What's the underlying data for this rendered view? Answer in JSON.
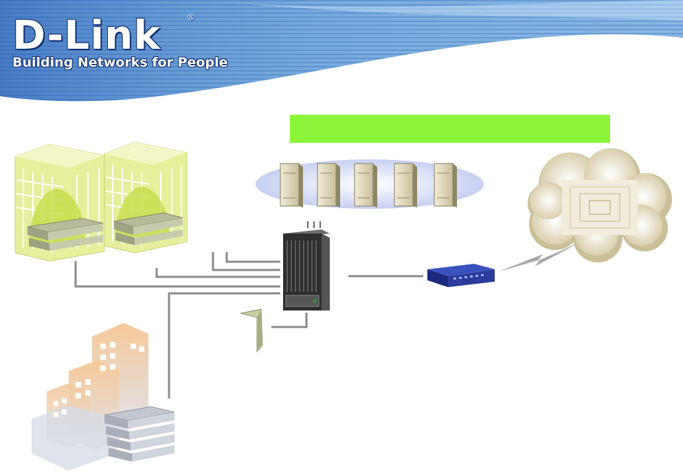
{
  "brand": {
    "logo_text": "D-Link",
    "registered_mark": "®",
    "tagline": "Building Networks for People"
  },
  "colors": {
    "header_blue": "#6aa0d8",
    "title_bar_green": "#8cf53a",
    "building_yellow": "#e6ef9c",
    "connector_gray": "#8a8a8a",
    "router_blue": "#1f2f8f",
    "cloud_beige": "#e3d8b8"
  },
  "diagram": {
    "title": "",
    "nodes": [
      {
        "name": "office-building-1",
        "icon": "building-icon"
      },
      {
        "name": "office-building-2",
        "icon": "building-icon"
      },
      {
        "name": "server-farm",
        "icon": "server-icon",
        "count": 5
      },
      {
        "name": "core-chassis-switch",
        "icon": "chassis-switch-icon"
      },
      {
        "name": "wan-router",
        "icon": "router-icon"
      },
      {
        "name": "internet-cloud",
        "icon": "cloud-icon"
      },
      {
        "name": "workstation",
        "icon": "workstation-icon"
      },
      {
        "name": "branch-campus",
        "icon": "campus-icon"
      }
    ]
  }
}
